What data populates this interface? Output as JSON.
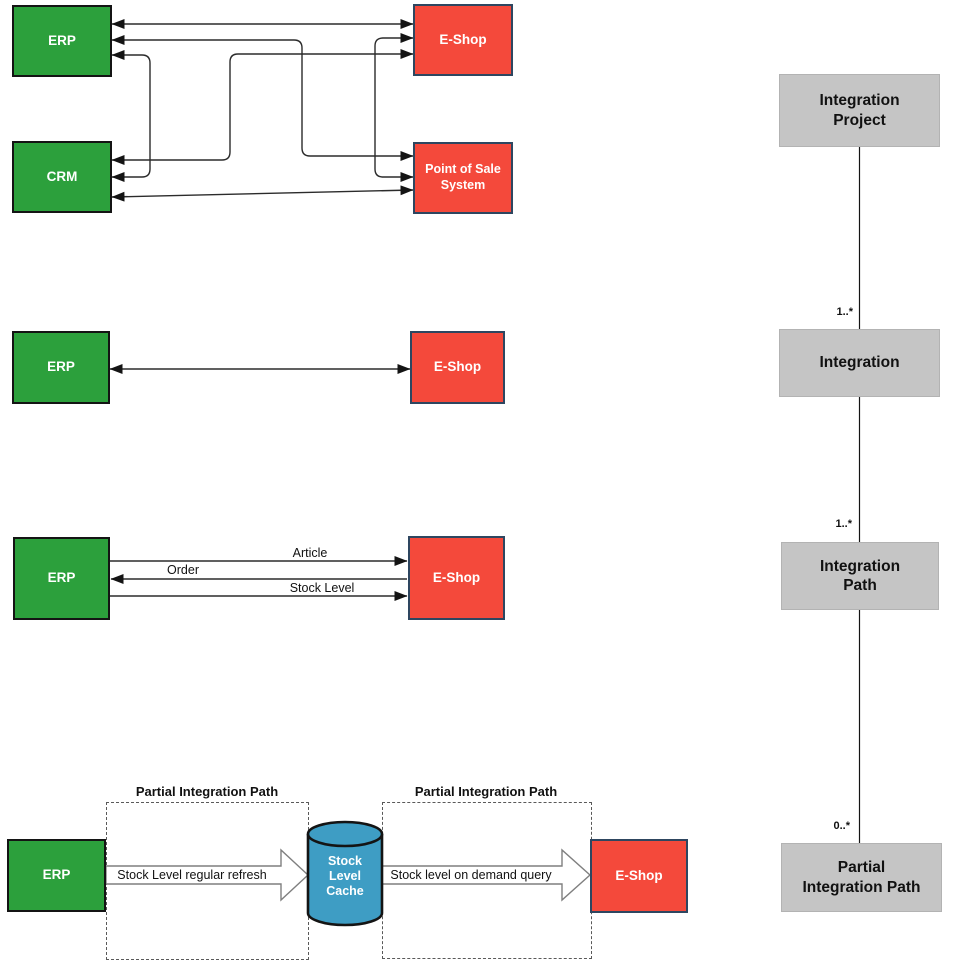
{
  "colors": {
    "green": "#2CA03C",
    "red": "#F4493B",
    "red-border": "#2E4660",
    "gray": "#C5C5C5",
    "cylinder-blue": "#3E9DC4",
    "block-arrow-border": "#7F7F7F"
  },
  "p2p": {
    "erp": "ERP",
    "eshop": "E-Shop",
    "crm": "CRM",
    "pos": "Point of Sale System"
  },
  "direct": {
    "erp": "ERP",
    "eshop": "E-Shop"
  },
  "flows": {
    "erp": "ERP",
    "eshop": "E-Shop",
    "article": "Article",
    "order": "Order",
    "stock_level": "Stock Level"
  },
  "cache": {
    "erp": "ERP",
    "eshop": "E-Shop",
    "left_title": "Partial Integration Path",
    "right_title": "Partial Integration Path",
    "left_arrow_label": "Stock Level regular refresh",
    "right_arrow_label": "Stock level on demand query",
    "cylinder_label": "Stock Level Cache"
  },
  "hierarchy": {
    "items": [
      {
        "label": "Integration\nProject"
      },
      {
        "label": "Integration",
        "multiplicity": "1..*"
      },
      {
        "label": "Integration\nPath",
        "multiplicity": "1..*"
      },
      {
        "label": "Partial\nIntegration Path",
        "multiplicity": "0..*"
      }
    ]
  }
}
